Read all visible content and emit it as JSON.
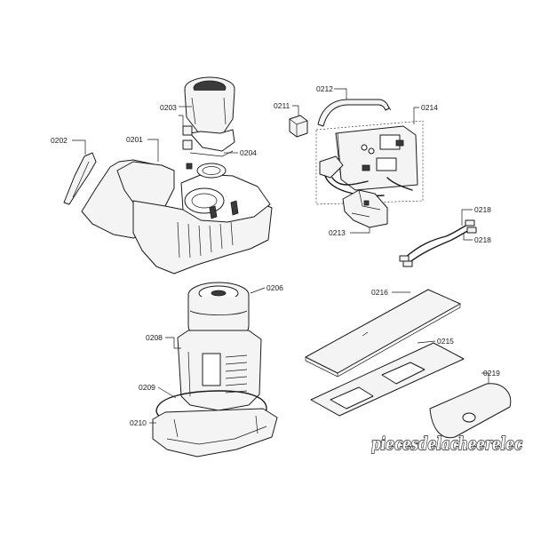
{
  "labels": {
    "p0201": "0201",
    "p0202": "0202",
    "p0203": "0203",
    "p0204": "0204",
    "p0206": "0206",
    "p0208": "0208",
    "p0209": "0209",
    "p0210": "0210",
    "p0211": "0211",
    "p0212": "0212",
    "p0213": "0213",
    "p0214": "0214",
    "p0215": "0215",
    "p0216": "0216",
    "p0218a": "0218",
    "p0218b": "0218",
    "p0219": "0219"
  },
  "watermark": "piecesdelacheerelec",
  "colors": {
    "line": "#1a1a1a",
    "fill": "#f4f4f4",
    "background": "#ffffff"
  }
}
